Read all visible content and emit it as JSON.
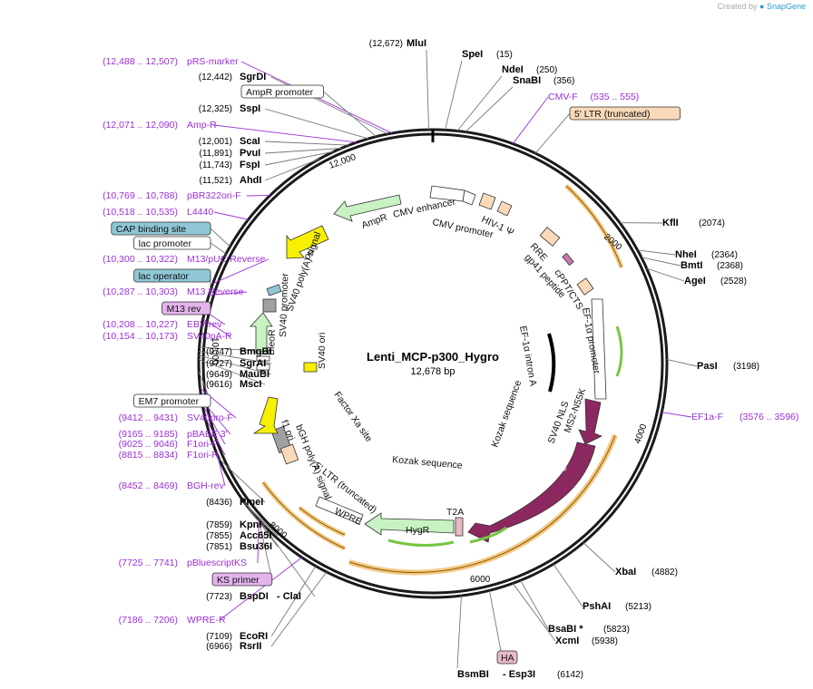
{
  "watermark": {
    "prefix": "Created by",
    "brand": "SnapGene"
  },
  "plasmid": {
    "name": "Lenti_MCP-p300_Hygro",
    "size_label": "12,678 bp"
  },
  "ruler": [
    "2000",
    "4000",
    "6000",
    "8000",
    "10,000",
    "12,000"
  ],
  "top_enzymes": [
    {
      "pos": "(12,672)",
      "name": "MluI"
    },
    {
      "name": "SpeI",
      "pos": "(15)"
    },
    {
      "name": "NdeI",
      "pos": "(250)"
    },
    {
      "name": "SnaBI",
      "pos": "(356)"
    }
  ],
  "left_labels": [
    {
      "pos": "(12,488 .. 12,507)",
      "name": "pRS-marker",
      "kind": "primer"
    },
    {
      "pos": "(12,442)",
      "name": "SgrDI",
      "kind": "enzyme"
    },
    {
      "name": "AmpR promoter",
      "kind": "box",
      "color": "#ffffff"
    },
    {
      "pos": "(12,325)",
      "name": "SspI",
      "kind": "enzyme"
    },
    {
      "pos": "(12,071 .. 12,090)",
      "name": "Amp-R",
      "kind": "primer"
    },
    {
      "pos": "(12,001)",
      "name": "ScaI",
      "kind": "enzyme"
    },
    {
      "pos": "(11,891)",
      "name": "PvuI",
      "kind": "enzyme"
    },
    {
      "pos": "(11,743)",
      "name": "FspI",
      "kind": "enzyme"
    },
    {
      "pos": "(11,521)",
      "name": "AhdI",
      "kind": "enzyme"
    },
    {
      "pos": "(10,769 .. 10,788)",
      "name": "pBR322ori-F",
      "kind": "primer"
    },
    {
      "pos": "(10,518 .. 10,535)",
      "name": "L4440",
      "kind": "primer"
    },
    {
      "name": "CAP binding site",
      "kind": "box",
      "color": "#8fc7d6"
    },
    {
      "name": "lac promoter",
      "kind": "box",
      "color": "#ffffff"
    },
    {
      "pos": "(10,300 .. 10,322)",
      "name": "M13/pUC Reverse",
      "kind": "primer"
    },
    {
      "name": "lac operator",
      "kind": "box",
      "color": "#8fc7d6"
    },
    {
      "pos": "(10,287 .. 10,303)",
      "name": "M13 Reverse",
      "kind": "primer"
    },
    {
      "name": "M13 rev",
      "kind": "box",
      "color": "#e3b3ec"
    },
    {
      "pos": "(10,208 .. 10,227)",
      "name": "EBV-rev",
      "kind": "primer"
    },
    {
      "pos": "(10,154 .. 10,173)",
      "name": "SV40pA-R",
      "kind": "primer"
    },
    {
      "pos": "(9747)",
      "name": "BmgBI",
      "kind": "enzyme"
    },
    {
      "pos": "(9727)",
      "name": "SgrAI",
      "kind": "enzyme"
    },
    {
      "pos": "(9649)",
      "name": "MauBI",
      "kind": "enzyme"
    },
    {
      "pos": "(9616)",
      "name": "MscI",
      "kind": "enzyme"
    },
    {
      "name": "EM7 promoter",
      "kind": "box",
      "color": "#ffffff"
    },
    {
      "pos": "(9412 .. 9431)",
      "name": "SV40pro-F",
      "kind": "primer"
    },
    {
      "pos": "(9165 .. 9185)",
      "name": "pBABE 3'",
      "kind": "primer"
    },
    {
      "pos": "(9025 .. 9046)",
      "name": "F1ori-F",
      "kind": "primer"
    },
    {
      "pos": "(8815 .. 8834)",
      "name": "F1ori-R",
      "kind": "primer"
    },
    {
      "pos": "(8452 .. 8469)",
      "name": "BGH-rev",
      "kind": "primer"
    },
    {
      "pos": "(8436)",
      "name": "PmeI",
      "kind": "enzyme"
    },
    {
      "pos": "(7859)",
      "name": "KpnI",
      "kind": "enzyme"
    },
    {
      "pos": "(7855)",
      "name": "Acc65I",
      "kind": "enzyme"
    },
    {
      "pos": "(7851)",
      "name": "Bsu36I",
      "kind": "enzyme"
    },
    {
      "pos": "(7725 .. 7741)",
      "name": "pBluescriptKS",
      "kind": "primer"
    },
    {
      "name": "KS primer",
      "kind": "box",
      "color": "#e3b3ec"
    },
    {
      "pos": "(7723)",
      "name": "BspDI",
      "name2": "- ClaI",
      "kind": "enzyme"
    },
    {
      "pos": "(7186 .. 7206)",
      "name": "WPRE-R",
      "kind": "primer"
    },
    {
      "pos": "(7109)",
      "name": "EcoRI",
      "kind": "enzyme"
    },
    {
      "pos": "(6966)",
      "name": "RsrII",
      "kind": "enzyme"
    }
  ],
  "right_labels": [
    {
      "name": "CMV-F",
      "pos": "(535 .. 555)",
      "kind": "primer"
    },
    {
      "name": "5' LTR (truncated)",
      "kind": "box",
      "color": "#f9d9b8"
    },
    {
      "name": "KflI",
      "pos": "(2074)",
      "kind": "enzyme"
    },
    {
      "name": "NheI",
      "pos": "(2364)",
      "kind": "enzyme"
    },
    {
      "name": "BmtI",
      "pos": "(2368)",
      "kind": "enzyme"
    },
    {
      "name": "AgeI",
      "pos": "(2528)",
      "kind": "enzyme"
    },
    {
      "name": "PasI",
      "pos": "(3198)",
      "kind": "enzyme"
    },
    {
      "name": "EF1a-F",
      "pos": "(3576 .. 3596)",
      "kind": "primer"
    },
    {
      "name": "XbaI",
      "pos": "(4882)",
      "kind": "enzyme"
    },
    {
      "name": "PshAI",
      "pos": "(5213)",
      "kind": "enzyme"
    },
    {
      "name": "BsaBI *",
      "pos": "(5823)",
      "kind": "enzyme"
    },
    {
      "name": "XcmI",
      "pos": "(5938)",
      "kind": "enzyme"
    }
  ],
  "bottom_labels": [
    {
      "name": "HA",
      "kind": "box",
      "color": "#e8b9c6"
    },
    {
      "name": "BsmBI",
      "name2": "- Esp3I",
      "pos": "(6142)",
      "kind": "enzyme"
    }
  ],
  "features": [
    "CMV enhancer",
    "CMV promoter",
    "HIV-1 Ψ",
    "RRE",
    "gp41 peptide",
    "cPPT/CTS",
    "EF-1α promoter",
    "EF-1α intron A",
    "Kozak sequence",
    "SV40 NLS",
    "MS2-N55K",
    "p300 core",
    "T2A",
    "HygR",
    "Kozak sequence",
    "WPRE",
    "5' LTR (truncated)",
    "Factor Xa site",
    "bGH poly(A) signal",
    "f1 ori",
    "SV40 promoter",
    "SV40 ori",
    "BleoR",
    "SV40 poly(A) signal",
    "ori",
    "AmpR"
  ],
  "colors": {
    "backbone": "#1a1a1a",
    "enzyme_line": "#777777",
    "primer": "#9b2fd6",
    "feature_green": "#c9f2c3",
    "p300": "#8c2860",
    "ori_yellow": "#f7f000",
    "orf_orange": "#e8a640",
    "orf_arrow": "#8a5a00",
    "hygr_green": "#9ad27a"
  }
}
